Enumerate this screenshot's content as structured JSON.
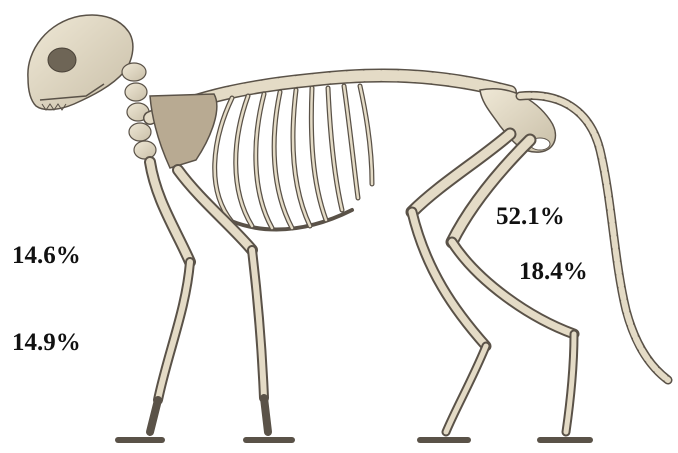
{
  "labels": {
    "front_upper": "14.6%",
    "front_lower": "14.9%",
    "hind_upper": "52.1%",
    "hind_lower": "18.4%"
  },
  "colors": {
    "bone": "#e4dbc6",
    "bone_shadow": "#a69c88",
    "outline": "#5a5248",
    "shoulder_blade": "#b8aa92",
    "text": "#111111"
  }
}
